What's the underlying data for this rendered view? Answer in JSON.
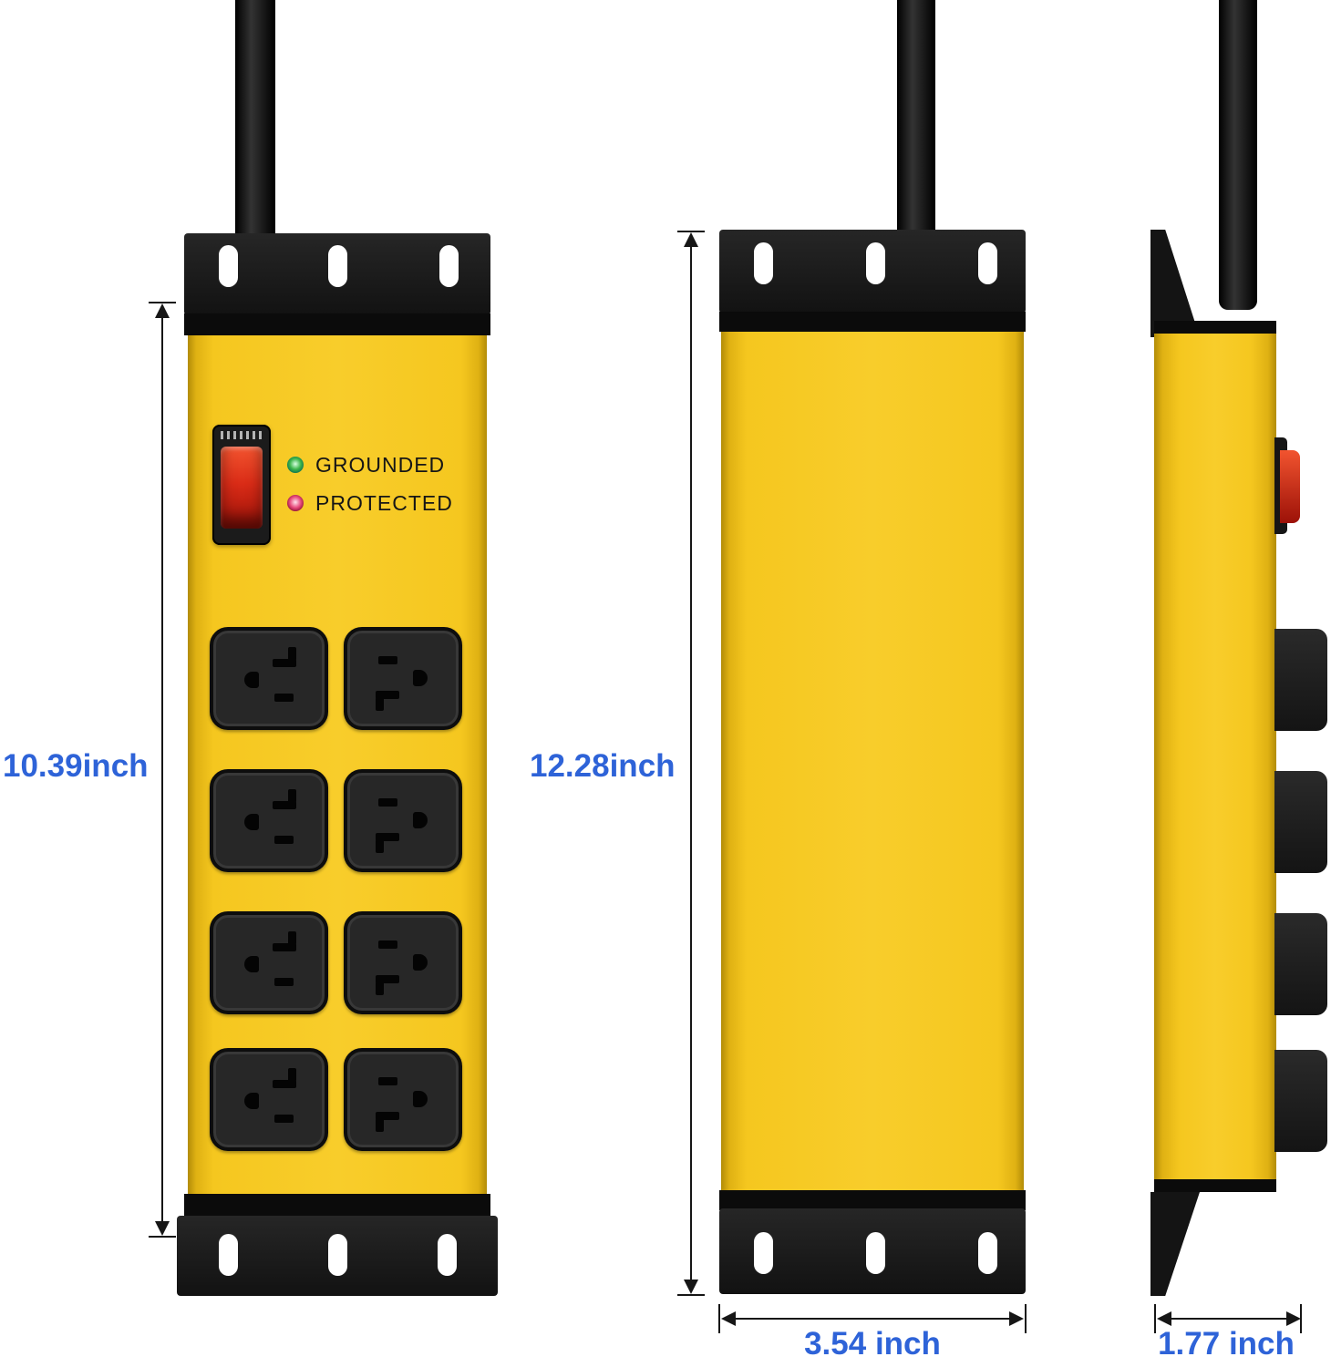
{
  "indicators": {
    "grounded": "GROUNDED",
    "protected": "PROTECTED"
  },
  "dimensions": {
    "front_height": "10.39inch",
    "overall_height": "12.28inch",
    "width": "3.54 inch",
    "depth": "1.77 inch"
  },
  "colors": {
    "body_yellow": "#f5c71f",
    "bracket_black": "#161616",
    "switch_red": "#da2c17",
    "dimension_text_blue": "#2e63d8",
    "led_grounded_green": "#3cb54a",
    "led_protected_red": "#e84b7d",
    "background": "#ffffff"
  }
}
